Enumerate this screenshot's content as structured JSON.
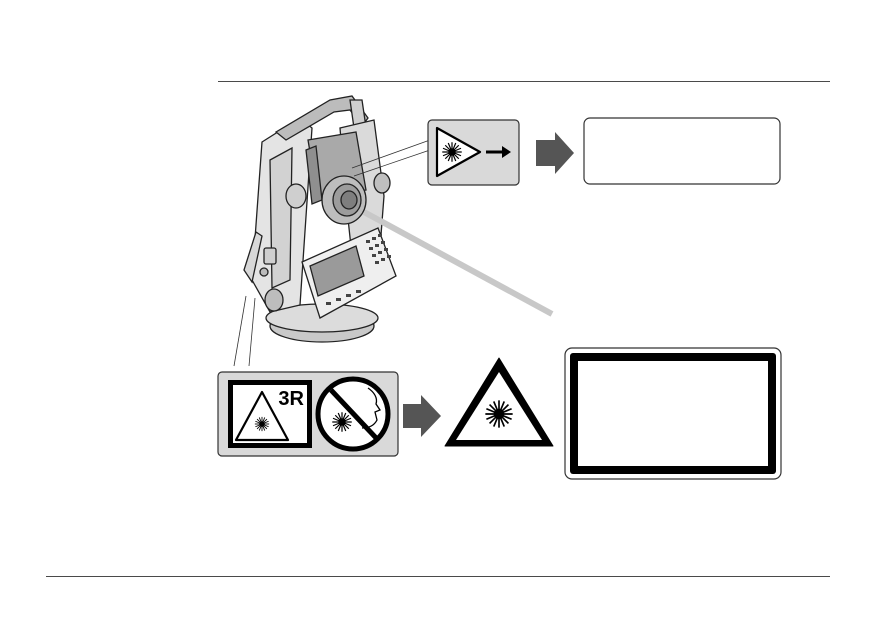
{
  "page": {
    "background": "#ffffff",
    "rule_color": "#4a4a4a"
  },
  "labels": {
    "laser_class": "3R"
  },
  "illustration": {
    "instrument": "total-station",
    "label_panel_fill": "#d9d9d9",
    "beam_color": "#c8c8c8",
    "arrow_color": "#555555",
    "upper_text_box": "",
    "lower_text_box": ""
  },
  "icons": [
    "laser-aperture-label",
    "laser-class-3r-label",
    "no-eye-exposure-icon",
    "laser-warning-triangle-icon",
    "arrow-right-icon"
  ]
}
